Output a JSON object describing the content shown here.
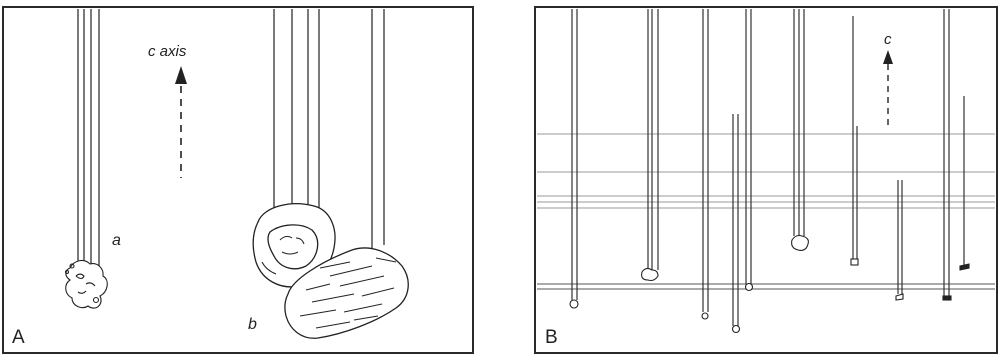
{
  "panel_a": {
    "letter": "A",
    "axis_label": "c axis",
    "label_a": "a",
    "label_b": "b"
  },
  "panel_b": {
    "letter": "B",
    "axis_label": "c"
  },
  "colors": {
    "ink": "#2a2a2a",
    "paper": "#ffffff",
    "faint": "#8a8a8a"
  }
}
